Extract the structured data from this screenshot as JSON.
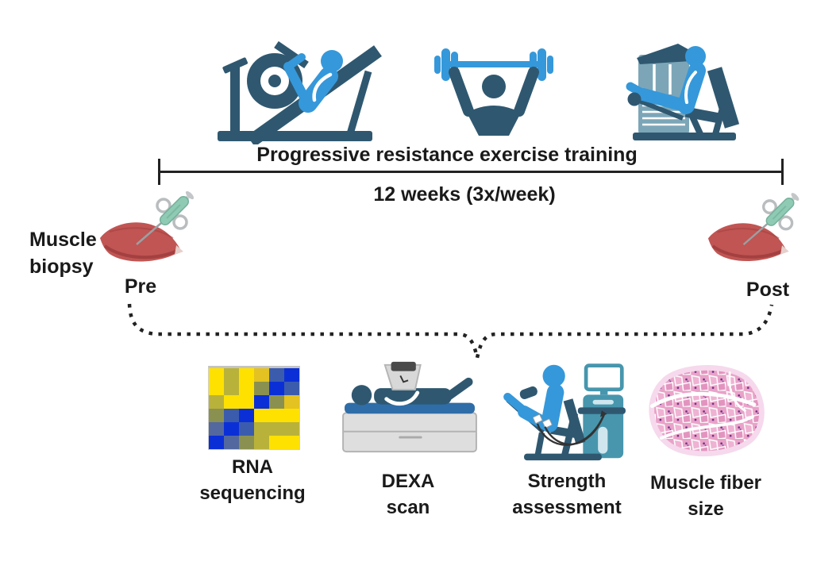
{
  "figure": {
    "type": "study-design-diagram",
    "description": "Progressive resistance exercise training study timeline with pre/post muscle biopsies and outcome measures"
  },
  "training": {
    "title": "Progressive resistance exercise training",
    "duration": "12 weeks (3x/week)",
    "icons": [
      "leg-press-machine-icon",
      "barbell-overhead-press-icon",
      "leg-extension-machine-icon"
    ]
  },
  "biopsy": {
    "label_line1": "Muscle",
    "label_line2": "biopsy",
    "pre_label": "Pre",
    "post_label": "Post",
    "icon": "muscle-with-biopsy-needle-icon"
  },
  "outcomes": [
    {
      "label_line1": "RNA",
      "label_line2": "sequencing",
      "icon": "gene-expression-heatmap-icon"
    },
    {
      "label_line1": "DEXA",
      "label_line2": "scan",
      "icon": "dexa-scanner-icon"
    },
    {
      "label_line1": "Strength",
      "label_line2": "assessment",
      "icon": "isokinetic-dynamometer-icon"
    },
    {
      "label_line1": "Muscle fiber",
      "label_line2": "size",
      "icon": "muscle-histology-cross-section-icon"
    }
  ],
  "colors": {
    "machine_dark_blue": "#2f5870",
    "person_light_blue": "#3598da",
    "machine_steel_blue": "#7ca6b8",
    "equipment_teal": "#4796ad",
    "bed_blue": "#2f6da8",
    "muscle_red": "#c05553",
    "muscle_dark_red": "#9e3d3d",
    "syringe_green": "#8fcbb4",
    "histology_pink": "#e9a2c8",
    "histology_glow": "#f6d9ec",
    "nuclei_purple": "#6b2f86",
    "text_black": "#1a1a1a",
    "line_dark": "#222222"
  },
  "rna_heatmap": {
    "rows": 6,
    "cols": 6,
    "palette": {
      "Y": "#ffe100",
      "O": "#b9b23a",
      "G": "#e3c222",
      "OG": "#8a9150",
      "MB": "#3b5cad",
      "DB": "#0b2fd6",
      "SB": "#53689f"
    },
    "cells": [
      [
        "Y",
        "O",
        "Y",
        "G",
        "MB",
        "DB"
      ],
      [
        "Y",
        "O",
        "Y",
        "OG",
        "DB",
        "MB"
      ],
      [
        "O",
        "Y",
        "Y",
        "DB",
        "OG",
        "G"
      ],
      [
        "OG",
        "MB",
        "DB",
        "Y",
        "Y",
        "Y"
      ],
      [
        "SB",
        "DB",
        "MB",
        "O",
        "O",
        "O"
      ],
      [
        "DB",
        "SB",
        "OG",
        "O",
        "Y",
        "Y"
      ]
    ]
  }
}
